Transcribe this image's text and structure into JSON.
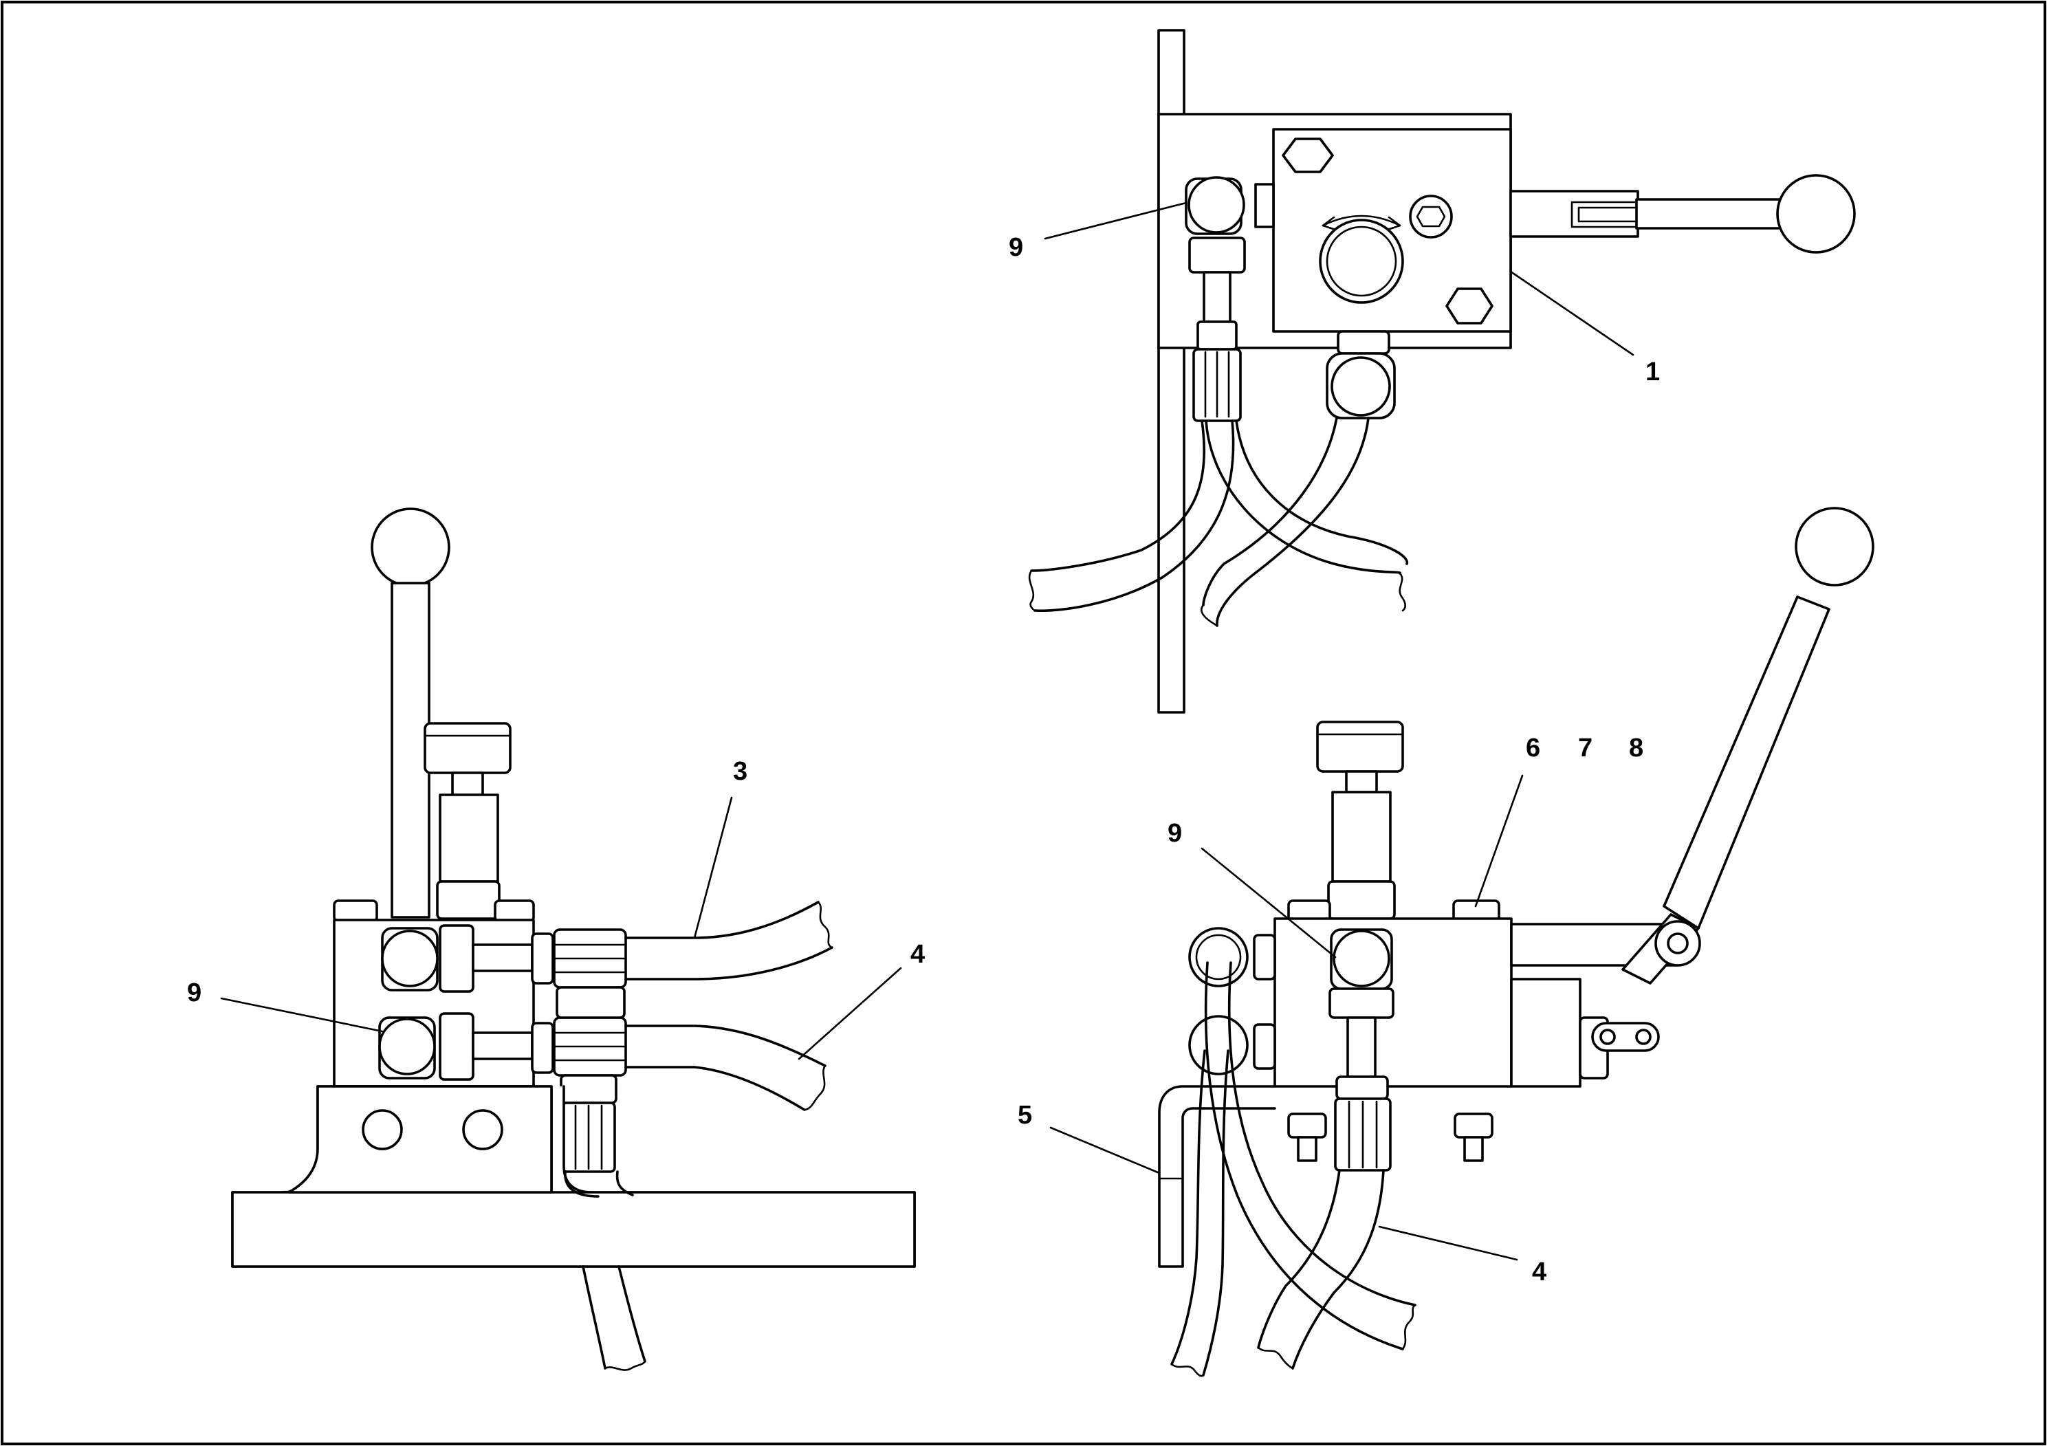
{
  "callouts": {
    "top_view_9": "9",
    "top_view_1": "1",
    "left_view_3": "3",
    "left_view_4": "4",
    "left_view_9": "9",
    "right_view_6": "6",
    "right_view_7": "7",
    "right_view_8": "8",
    "right_view_9": "9",
    "right_view_5": "5",
    "right_view_4": "4"
  }
}
